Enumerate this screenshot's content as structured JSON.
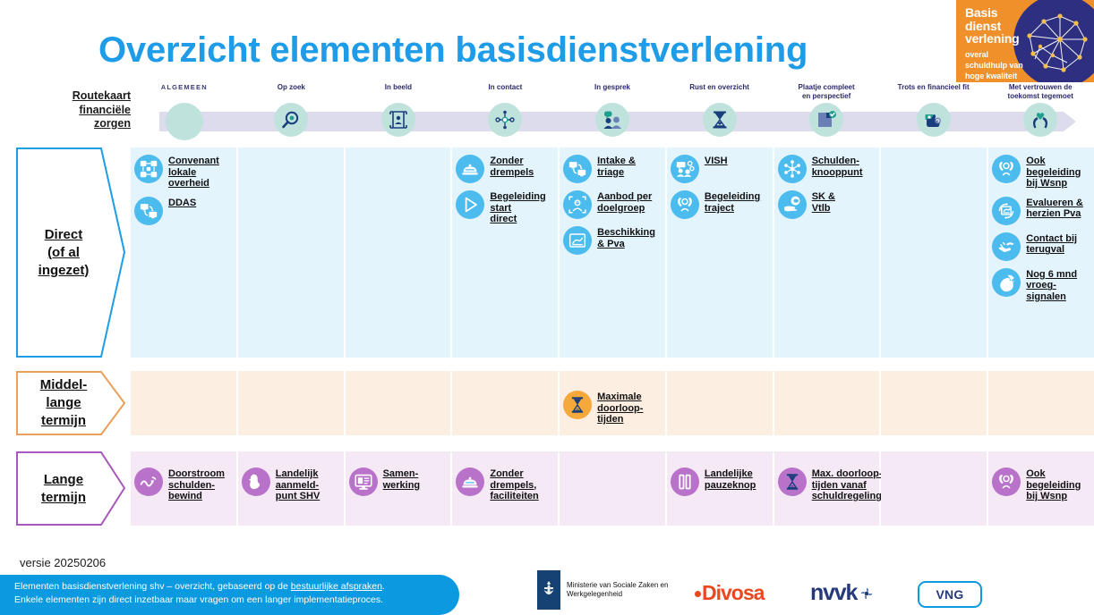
{
  "page": {
    "title": "Overzicht elementen basisdienstverlening",
    "title_color": "#1e9ce8",
    "version": "versie 20250206"
  },
  "brand_logo": {
    "line1": "Basis",
    "line2": "dienst",
    "line3": "verlening",
    "tagline1": "overal",
    "tagline2": "schuldhulp van",
    "tagline3": "hoge kwaliteit",
    "bg_color": "#f0902a",
    "accent_color": "#2e2f80"
  },
  "routekaart": {
    "line1": "Routekaart",
    "line2": "financiële",
    "line3": "zorgen"
  },
  "timeline": {
    "bar_color": "#dcdced",
    "circle_color": "#bfe3dc",
    "nodes": [
      {
        "label": "ALGEMEEN",
        "icon": "blank-circle-icon"
      },
      {
        "label": "Op zoek",
        "icon": "magnifier-icon"
      },
      {
        "label": "In beeld",
        "icon": "person-frame-icon"
      },
      {
        "label": "In contact",
        "icon": "network-person-icon"
      },
      {
        "label": "In gesprek",
        "icon": "two-people-chat-icon"
      },
      {
        "label": "Rust en overzicht",
        "icon": "hourglass-heart-icon"
      },
      {
        "label": "Plaatje compleet\nen perspectief",
        "icon": "puzzle-check-icon"
      },
      {
        "label": "Trots en financieel fit",
        "icon": "thumbs-up-money-icon"
      },
      {
        "label": "Met vertrouwen de\ntoekomst tegemoet",
        "icon": "hands-heart-icon"
      }
    ]
  },
  "rows": [
    {
      "id": "direct",
      "label_lines": [
        "Direct",
        "(of al",
        "ingezet)"
      ],
      "border_color": "#1e9ce8",
      "cell_bg": "#e4f4fd",
      "badge_color": "#4cbbee",
      "columns": [
        {
          "items": [
            {
              "label": "Convenant\nlokale\noverheid",
              "icon": "handshake-network-icon"
            },
            {
              "label": "DDAS",
              "icon": "data-exchange-icon"
            }
          ]
        },
        {
          "items": []
        },
        {
          "items": []
        },
        {
          "items": [
            {
              "label": "Zonder\ndrempels",
              "icon": "service-bell-icon"
            },
            {
              "label": "Begeleiding\nstart\ndirect",
              "icon": "play-icon"
            }
          ]
        },
        {
          "items": [
            {
              "label": "Intake &\ntriage",
              "icon": "data-exchange-icon"
            },
            {
              "label": "Aanbod per\ndoelgroep",
              "icon": "person-target-icon"
            },
            {
              "label": "Beschikking\n& Pva",
              "icon": "document-sign-icon"
            }
          ]
        },
        {
          "items": [
            {
              "label": "VISH",
              "icon": "people-chat-cog-icon"
            },
            {
              "label": "Begeleiding\ntraject",
              "icon": "hands-person-icon"
            }
          ]
        },
        {
          "items": [
            {
              "label": "Schulden-\nknooppunt",
              "icon": "hub-nodes-icon"
            },
            {
              "label": "SK &\nVtlb",
              "icon": "hand-coin-icon"
            }
          ]
        },
        {
          "items": []
        },
        {
          "items": [
            {
              "label": "Ook\nbegeleiding\nbij Wsnp",
              "icon": "hands-person-icon"
            },
            {
              "label": "Evalueren &\nherzien Pva",
              "icon": "document-refresh-icon"
            },
            {
              "label": "Contact bij\nterugval",
              "icon": "helping-hands-icon"
            },
            {
              "label": "Nog 6 mnd\nvroeg-\nsignalen",
              "icon": "rooster-icon"
            }
          ]
        }
      ]
    },
    {
      "id": "middellange-termijn",
      "label_lines": [
        "Middel-",
        "lange",
        "termijn"
      ],
      "border_color": "#e8a05a",
      "cell_bg": "#fdeee2",
      "badge_color": "#f5a93a",
      "columns": [
        {
          "items": []
        },
        {
          "items": []
        },
        {
          "items": []
        },
        {
          "items": []
        },
        {
          "items": [
            {
              "label": "Maximale\ndoorloop-\ntijden",
              "icon": "hourglass-icon"
            }
          ]
        },
        {
          "items": []
        },
        {
          "items": []
        },
        {
          "items": []
        },
        {
          "items": []
        }
      ]
    },
    {
      "id": "lange-termijn",
      "label_lines": [
        "Lange",
        "termijn"
      ],
      "border_color": "#a757bd",
      "cell_bg": "#f4e9f5",
      "badge_color": "#b972c9",
      "columns": [
        {
          "items": [
            {
              "label": "Doorstroom\nschulden-\nbewind",
              "icon": "wave-arrow-icon"
            }
          ]
        },
        {
          "items": [
            {
              "label": "Landelijk\naanmeld-\npunt SHV",
              "icon": "netherlands-map-icon"
            }
          ]
        },
        {
          "items": [
            {
              "label": "Samen-\nwerking",
              "icon": "screen-list-icon"
            }
          ]
        },
        {
          "items": [
            {
              "label": "Zonder\ndrempels,\nfaciliteiten",
              "icon": "service-bell-icon"
            }
          ]
        },
        {
          "items": []
        },
        {
          "items": [
            {
              "label": "Landelijke\npauzeknop",
              "icon": "pause-icon"
            }
          ]
        },
        {
          "items": [
            {
              "label": "Max. doorloop-\ntijden vanaf\nschuldregeling",
              "icon": "hourglass-icon"
            }
          ]
        },
        {
          "items": []
        },
        {
          "items": [
            {
              "label": "Ook\nbegeleiding\nbij Wsnp",
              "icon": "hands-person-icon"
            }
          ]
        }
      ]
    }
  ],
  "footer": {
    "banner_color": "#0b9ae0",
    "line1_pre": "Elementen basisdienstverlening shv – overzicht, gebaseerd op de ",
    "line1_link": "bestuurlijke afspraken",
    "line1_post": ".",
    "line2": "Enkele elementen zijn direct inzetbaar maar vragen om een langer implementatieproces."
  },
  "logos": [
    {
      "name": "Ministerie van Sociale Zaken en Werkgelegenheid",
      "line1": "Ministerie van Sociale Zaken en",
      "line2": "Werkgelegenheid",
      "color": "#154273"
    },
    {
      "name": "Divosa",
      "text": "Divosa",
      "color": "#e8491f"
    },
    {
      "name": "NVVK",
      "text": "nvvk",
      "color": "#263a7a"
    },
    {
      "name": "VNG",
      "text": "VNG",
      "color": "#0b9ae0"
    }
  ]
}
